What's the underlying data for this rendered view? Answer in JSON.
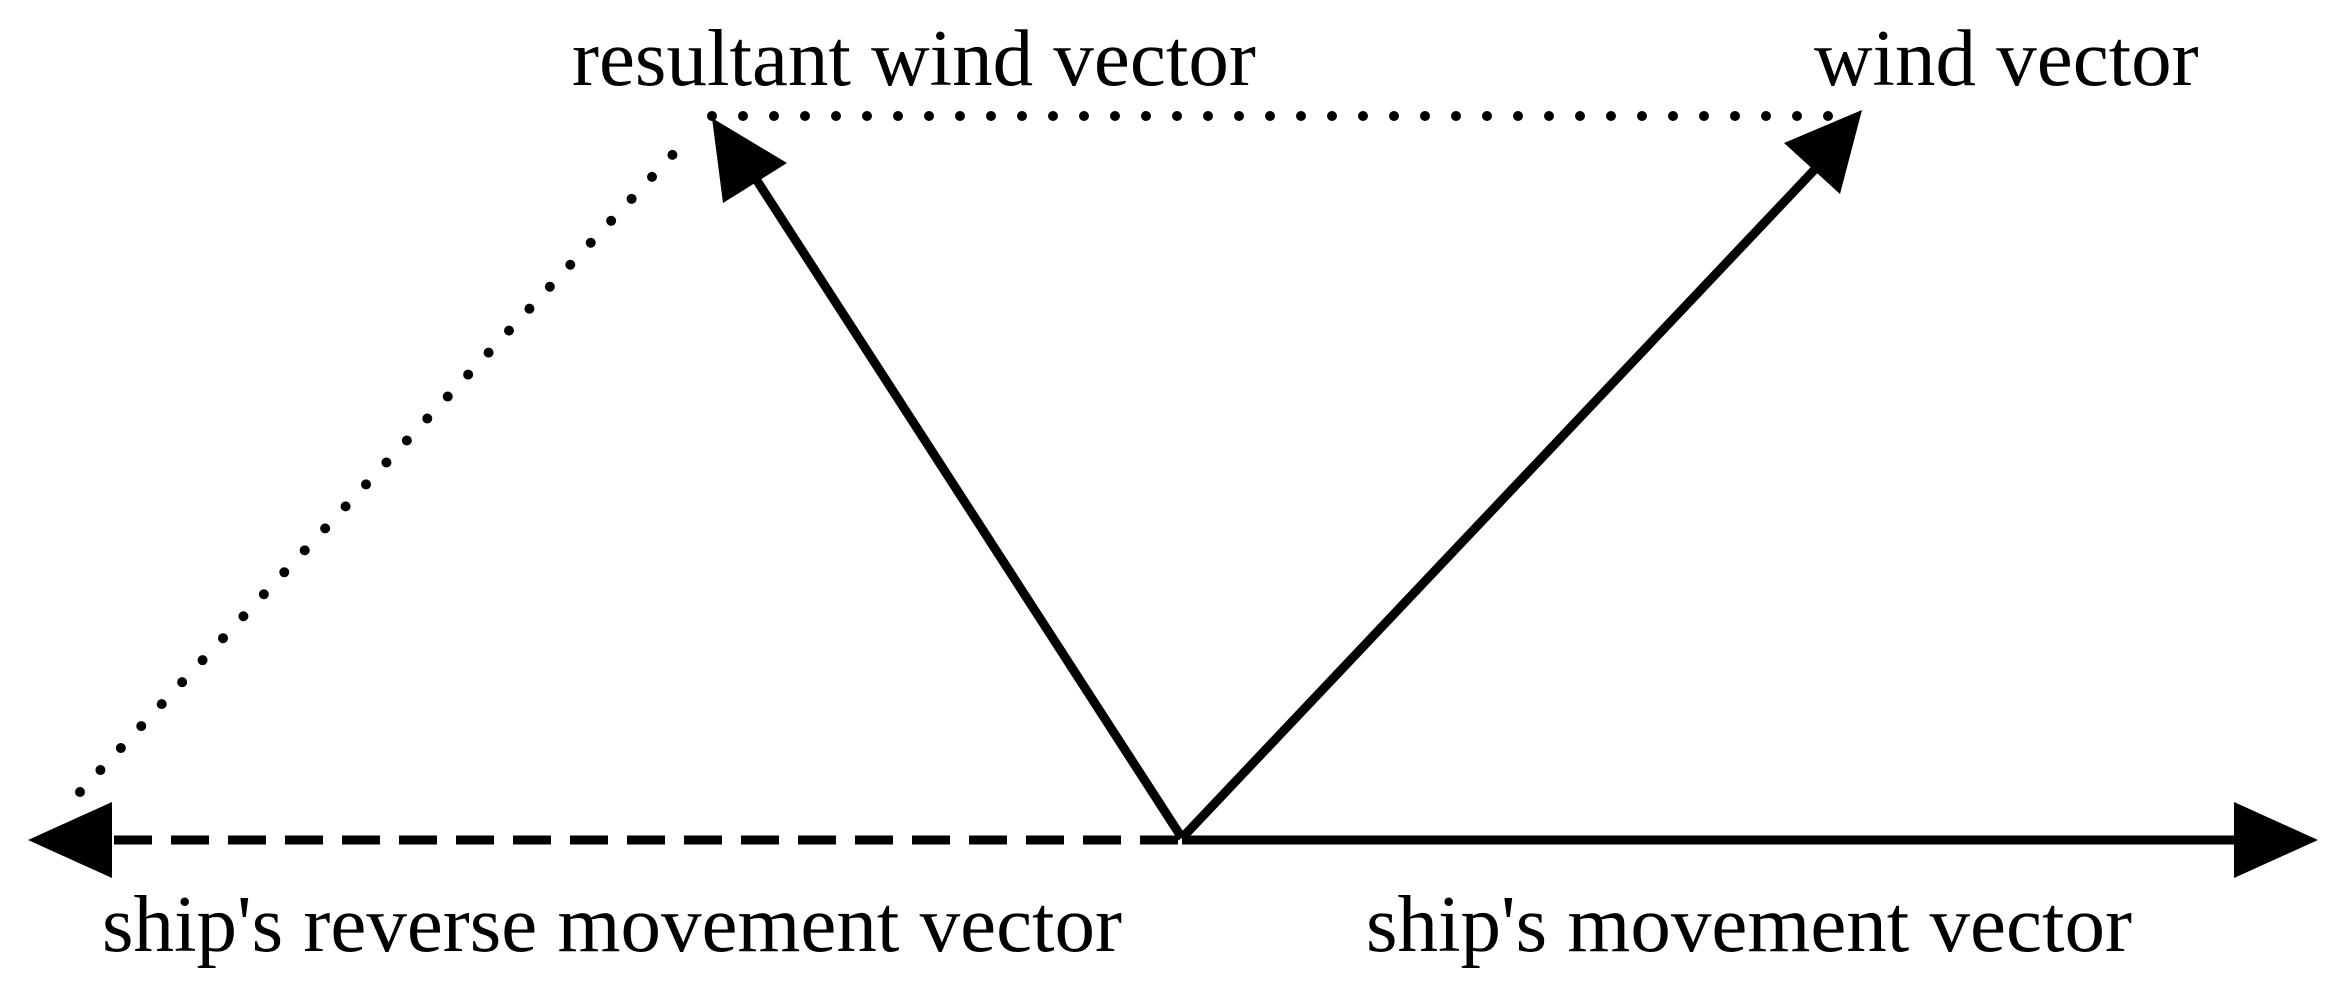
{
  "labels": {
    "resultant_wind_vector": "resultant wind vector",
    "wind_vector": "wind vector",
    "ships_reverse_movement_vector": "ship's reverse movement vector",
    "ships_movement_vector": "ship's movement vector"
  },
  "colors": {
    "ink": "#000000",
    "background": "#ffffff"
  }
}
